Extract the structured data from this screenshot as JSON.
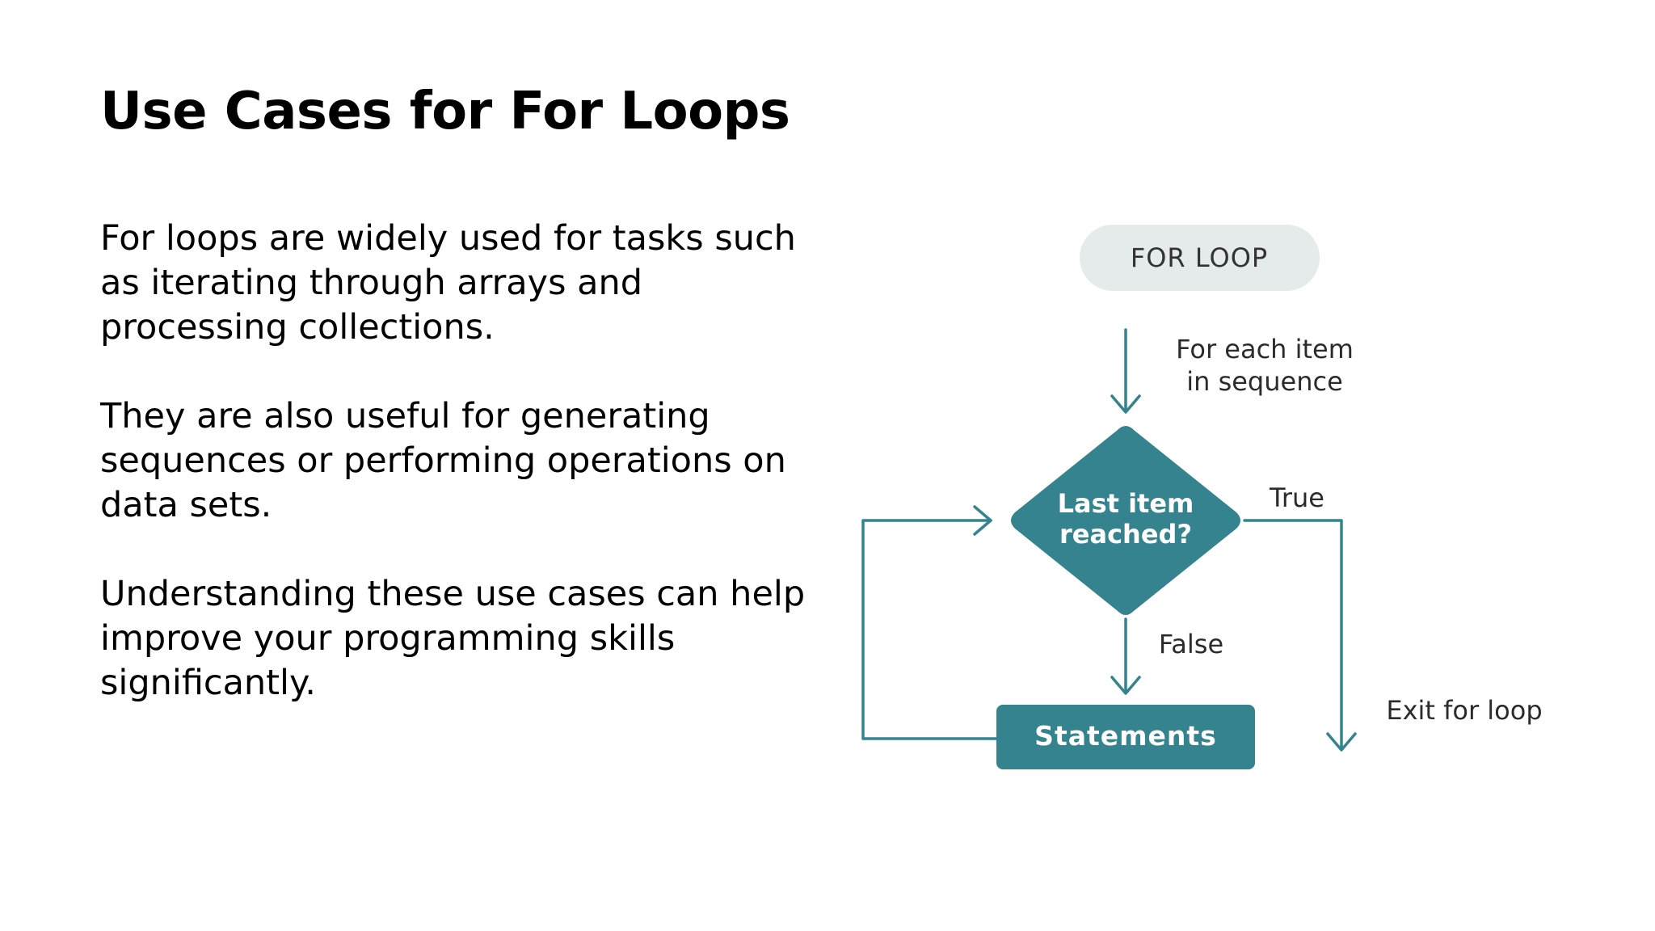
{
  "slide": {
    "title": "Use Cases for For Loops",
    "paragraphs": [
      "For loops are widely used for tasks such as iterating through arrays and processing collections.",
      "They are also useful for generating sequences or performing operations on data sets.",
      "Understanding these use cases can help improve your programming skills significantly."
    ]
  },
  "flowchart": {
    "start_label": "FOR LOOP",
    "entry_label_line1": "For each item",
    "entry_label_line2": "in sequence",
    "decision_line1": "Last item",
    "decision_line2": "reached?",
    "true_label": "True",
    "false_label": "False",
    "process_label": "Statements",
    "exit_label": "Exit for loop",
    "colors": {
      "teal": "#35838e",
      "start_fill": "#e5ebea",
      "start_text": "#333333",
      "label_text": "#2b2b2b",
      "shape_text": "#ffffff"
    }
  }
}
